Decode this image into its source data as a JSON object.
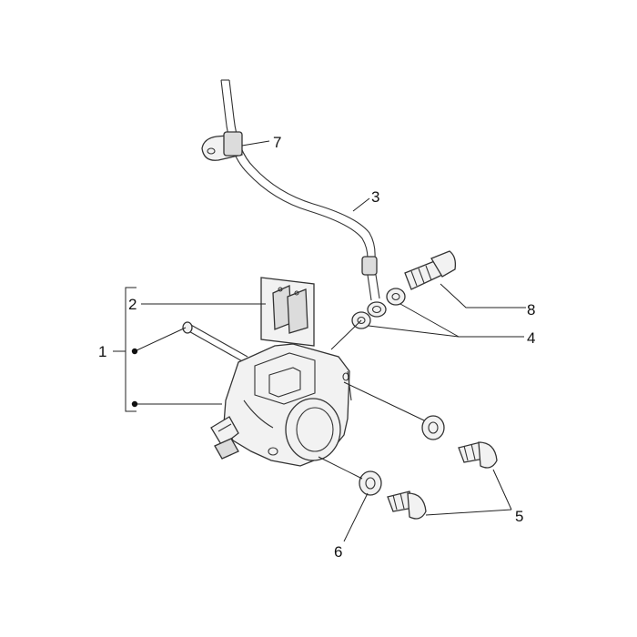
{
  "callouts": [
    {
      "id": "1",
      "text": "1"
    },
    {
      "id": "2",
      "text": "2"
    },
    {
      "id": "3",
      "text": "3"
    },
    {
      "id": "4",
      "text": "4"
    },
    {
      "id": "5",
      "text": "5"
    },
    {
      "id": "6",
      "text": "6"
    },
    {
      "id": "7",
      "text": "7"
    },
    {
      "id": "8",
      "text": "8"
    }
  ],
  "colors": {
    "background": "#ffffff",
    "line": "#222222",
    "part_fill": "#f2f2f2"
  }
}
